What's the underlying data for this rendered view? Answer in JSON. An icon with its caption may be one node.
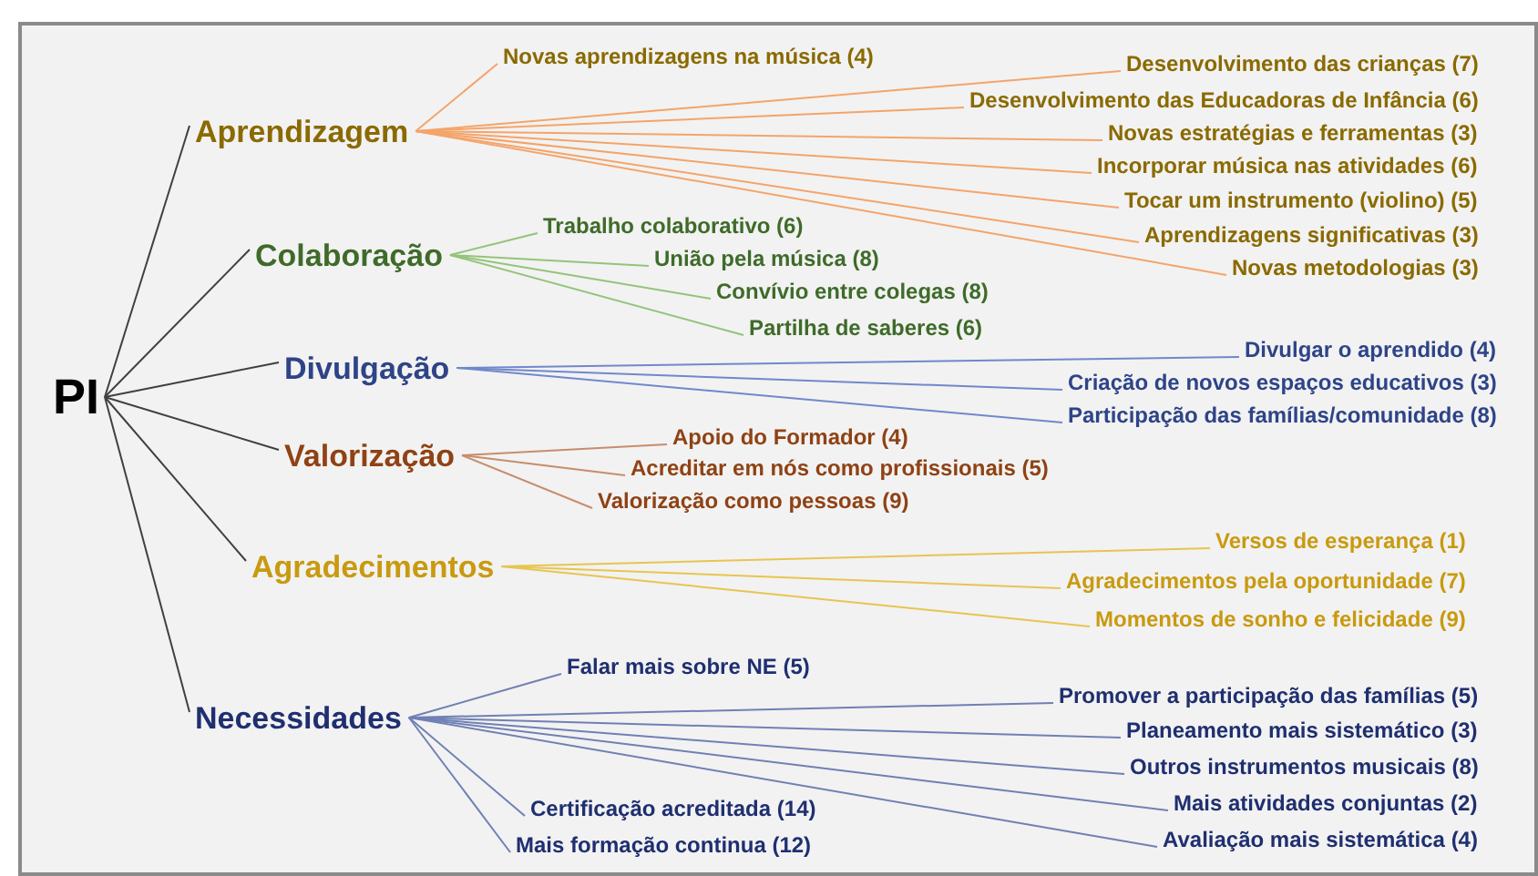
{
  "diagram": {
    "nodes": [
      {
        "text": [
          "PI"
        ]
      },
      {
        "text": [
          "Aprendizagem"
        ]
      },
      {
        "text": [
          "Novas aprendizagens na música (4)"
        ]
      },
      {
        "text": [
          "Desenvolvimento das crianças (7)"
        ]
      },
      {
        "text": [
          "Desenvolvimento das Educadoras de Infância (6)"
        ]
      },
      {
        "text": [
          "Novas estratégias e ferramentas (3)"
        ]
      },
      {
        "text": [
          "Incorporar música nas atividades (6)"
        ]
      },
      {
        "text": [
          "Tocar um instrumento (violino) (5)"
        ]
      },
      {
        "text": [
          "Aprendizagens significativas (3)"
        ]
      },
      {
        "text": [
          "Novas metodologias (3)"
        ]
      },
      {
        "text": [
          "Colaboração"
        ]
      },
      {
        "text": [
          "Trabalho colaborativo (6)"
        ]
      },
      {
        "text": [
          "União pela música (8)"
        ]
      },
      {
        "text": [
          "Convívio entre colegas (8)"
        ]
      },
      {
        "text": [
          "Partilha de saberes (6)"
        ]
      },
      {
        "text": [
          "Divulgação"
        ]
      },
      {
        "text": [
          "Divulgar o aprendido (4)"
        ]
      },
      {
        "text": [
          "Criação de novos espaços educativos (3)"
        ]
      },
      {
        "text": [
          "Participação das famílias/comunidade (8)"
        ]
      },
      {
        "text": [
          "Valorização"
        ]
      },
      {
        "text": [
          "Apoio do Formador (4)"
        ]
      },
      {
        "text": [
          "Acreditar em nós como profissionais (5)"
        ]
      },
      {
        "text": [
          "Valorização como pessoas (9)"
        ]
      },
      {
        "text": [
          "Agradecimentos"
        ]
      },
      {
        "text": [
          "Versos de esperança (1)"
        ]
      },
      {
        "text": [
          "Agradecimentos pela oportunidade (7)"
        ]
      },
      {
        "text": [
          "Momentos de sonho e felicidade (9)"
        ]
      },
      {
        "text": [
          "Necessidades"
        ]
      },
      {
        "text": [
          "Falar mais sobre NE (5)"
        ]
      },
      {
        "text": [
          "Promover a participação das famílias (5)"
        ]
      },
      {
        "text": [
          "Planeamento mais sistemático (3)"
        ]
      },
      {
        "text": [
          "Outros instrumentos musicais (8)"
        ]
      },
      {
        "text": [
          "Mais atividades conjuntas (2)"
        ]
      },
      {
        "text": [
          "Certificação acreditada (14)"
        ]
      },
      {
        "text": [
          "Avaliação mais sistemática (4)"
        ]
      },
      {
        "text": [
          "Mais formação continua (12)"
        ]
      }
    ],
    "edges": [
      {
        "from": 0,
        "to": 1,
        "arrow": "none",
        "color": "#404040"
      },
      {
        "from": 0,
        "to": 10,
        "arrow": "none",
        "color": "#404040"
      },
      {
        "from": 0,
        "to": 15,
        "arrow": "none",
        "color": "#404040"
      },
      {
        "from": 0,
        "to": 19,
        "arrow": "none",
        "color": "#404040"
      },
      {
        "from": 0,
        "to": 23,
        "arrow": "none",
        "color": "#404040"
      },
      {
        "from": 0,
        "to": 27,
        "arrow": "none",
        "color": "#404040"
      },
      {
        "from": 1,
        "to": 2,
        "arrow": "none",
        "color": "#f4a46a"
      },
      {
        "from": 1,
        "to": 3,
        "arrow": "none",
        "color": "#f4a46a"
      },
      {
        "from": 1,
        "to": 4,
        "arrow": "none",
        "color": "#f4a46a"
      },
      {
        "from": 1,
        "to": 5,
        "arrow": "none",
        "color": "#f4a46a"
      },
      {
        "from": 1,
        "to": 6,
        "arrow": "none",
        "color": "#f4a46a"
      },
      {
        "from": 1,
        "to": 7,
        "arrow": "none",
        "color": "#f4a46a"
      },
      {
        "from": 1,
        "to": 8,
        "arrow": "none",
        "color": "#f4a46a"
      },
      {
        "from": 1,
        "to": 9,
        "arrow": "none",
        "color": "#f4a46a"
      },
      {
        "from": 10,
        "to": 11,
        "arrow": "none",
        "color": "#92c47a"
      },
      {
        "from": 10,
        "to": 12,
        "arrow": "none",
        "color": "#92c47a"
      },
      {
        "from": 10,
        "to": 13,
        "arrow": "none",
        "color": "#92c47a"
      },
      {
        "from": 10,
        "to": 14,
        "arrow": "none",
        "color": "#92c47a"
      },
      {
        "from": 15,
        "to": 16,
        "arrow": "none",
        "color": "#7088cc"
      },
      {
        "from": 15,
        "to": 17,
        "arrow": "none",
        "color": "#7088cc"
      },
      {
        "from": 15,
        "to": 18,
        "arrow": "none",
        "color": "#7088cc"
      },
      {
        "from": 19,
        "to": 20,
        "arrow": "none",
        "color": "#c88c6c"
      },
      {
        "from": 19,
        "to": 21,
        "arrow": "none",
        "color": "#c88c6c"
      },
      {
        "from": 19,
        "to": 22,
        "arrow": "none",
        "color": "#c88c6c"
      },
      {
        "from": 23,
        "to": 24,
        "arrow": "none",
        "color": "#e8c450"
      },
      {
        "from": 23,
        "to": 25,
        "arrow": "none",
        "color": "#e8c450"
      },
      {
        "from": 23,
        "to": 26,
        "arrow": "none",
        "color": "#e8c450"
      },
      {
        "from": 27,
        "to": 28,
        "arrow": "none",
        "color": "#7080b4"
      },
      {
        "from": 27,
        "to": 29,
        "arrow": "none",
        "color": "#7080b4"
      },
      {
        "from": 27,
        "to": 30,
        "arrow": "none",
        "color": "#7080b4"
      },
      {
        "from": 27,
        "to": 31,
        "arrow": "none",
        "color": "#7080b4"
      },
      {
        "from": 27,
        "to": 32,
        "arrow": "none",
        "color": "#7080b4"
      },
      {
        "from": 27,
        "to": 33,
        "arrow": "none",
        "color": "#7080b4"
      },
      {
        "from": 27,
        "to": 34,
        "arrow": "none",
        "color": "#7080b4"
      },
      {
        "from": 27,
        "to": 35,
        "arrow": "none",
        "color": "#7080b4"
      }
    ]
  }
}
